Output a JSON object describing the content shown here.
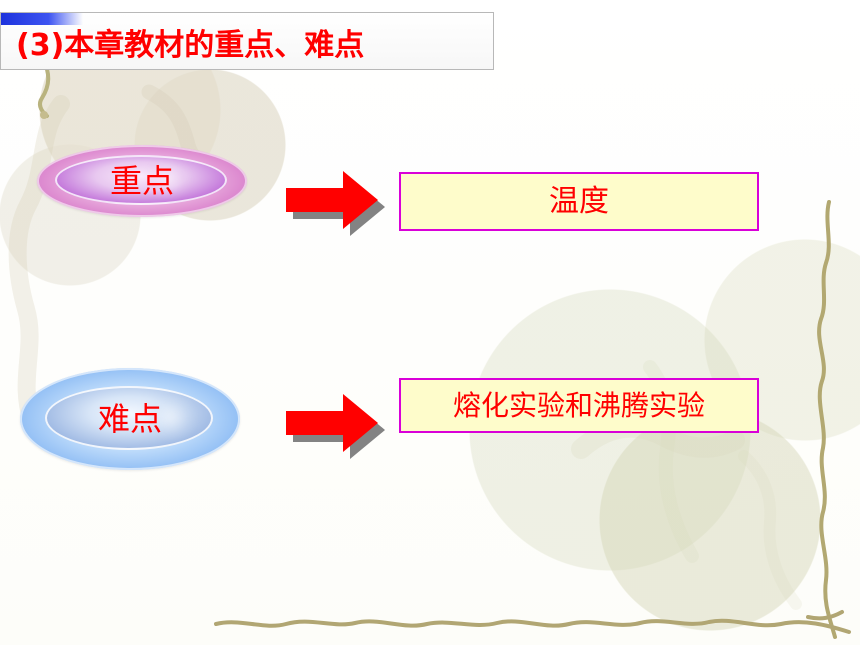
{
  "slide": {
    "title": "(3)本章教材的重点、难点",
    "rows": [
      {
        "label": "重点",
        "content": "温度"
      },
      {
        "label": "难点",
        "content": "熔化实验和沸腾实验"
      }
    ]
  },
  "colors": {
    "title_text": "#ff0000",
    "title_accent": "#2039e3",
    "highlight_pink": "#e7a5df",
    "difficulty_blue": "#9ec7f6",
    "arrow_red": "#ff0000",
    "box_fill": "#fefccb",
    "box_border": "#d900d8",
    "decor_vine": "#b7ab78"
  },
  "icons": {
    "arrow": "right-arrow-icon"
  }
}
